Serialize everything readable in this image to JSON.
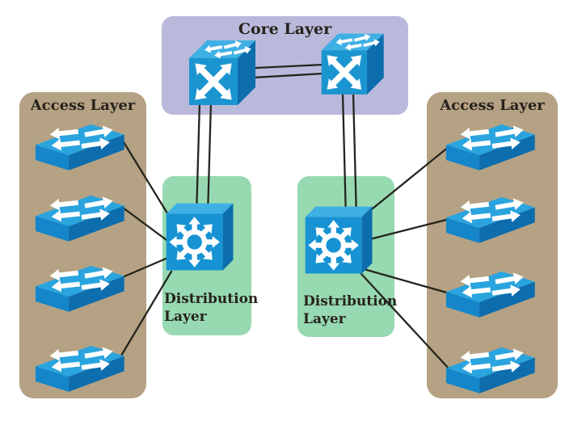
{
  "diagram": {
    "type": "hierarchical-network-topology",
    "regions": {
      "core": {
        "label": "Core Layer",
        "color": "#b9badb",
        "switch_count": 2
      },
      "access_left": {
        "label": "Access Layer",
        "color": "#b5a284",
        "switch_count": 4
      },
      "access_right": {
        "label": "Access Layer",
        "color": "#b5a284",
        "switch_count": 4
      },
      "distribution_left": {
        "label": "Distribution Layer",
        "color": "#97d9b1",
        "switch_count": 1
      },
      "distribution_right": {
        "label": "Distribution Layer",
        "color": "#97d9b1",
        "switch_count": 1
      }
    },
    "devices": [
      {
        "id": "core-switch-1",
        "type": "core-switch",
        "layer": "core"
      },
      {
        "id": "core-switch-2",
        "type": "core-switch",
        "layer": "core"
      },
      {
        "id": "distribution-switch-left",
        "type": "multilayer-switch",
        "layer": "distribution"
      },
      {
        "id": "distribution-switch-right",
        "type": "multilayer-switch",
        "layer": "distribution"
      },
      {
        "id": "access-switch-left-1",
        "type": "workgroup-switch",
        "layer": "access"
      },
      {
        "id": "access-switch-left-2",
        "type": "workgroup-switch",
        "layer": "access"
      },
      {
        "id": "access-switch-left-3",
        "type": "workgroup-switch",
        "layer": "access"
      },
      {
        "id": "access-switch-left-4",
        "type": "workgroup-switch",
        "layer": "access"
      },
      {
        "id": "access-switch-right-1",
        "type": "workgroup-switch",
        "layer": "access"
      },
      {
        "id": "access-switch-right-2",
        "type": "workgroup-switch",
        "layer": "access"
      },
      {
        "id": "access-switch-right-3",
        "type": "workgroup-switch",
        "layer": "access"
      },
      {
        "id": "access-switch-right-4",
        "type": "workgroup-switch",
        "layer": "access"
      }
    ],
    "connections": [
      {
        "from": "core-switch-1",
        "to": "core-switch-2",
        "links": 2
      },
      {
        "from": "core-switch-1",
        "to": "distribution-switch-left",
        "links": 2
      },
      {
        "from": "core-switch-2",
        "to": "distribution-switch-right",
        "links": 2
      },
      {
        "from": "access-switch-left-1",
        "to": "distribution-switch-left",
        "links": 1
      },
      {
        "from": "access-switch-left-2",
        "to": "distribution-switch-left",
        "links": 1
      },
      {
        "from": "access-switch-left-3",
        "to": "distribution-switch-left",
        "links": 1
      },
      {
        "from": "access-switch-left-4",
        "to": "distribution-switch-left",
        "links": 1
      },
      {
        "from": "access-switch-right-1",
        "to": "distribution-switch-right",
        "links": 1
      },
      {
        "from": "access-switch-right-2",
        "to": "distribution-switch-right",
        "links": 1
      },
      {
        "from": "access-switch-right-3",
        "to": "distribution-switch-right",
        "links": 1
      },
      {
        "from": "access-switch-right-4",
        "to": "distribution-switch-right",
        "links": 1
      }
    ],
    "palette": {
      "background": "#ffffff",
      "link_line": "#24251d",
      "switch_top_face": "#2aa4de",
      "switch_front_face": "#1486c9",
      "switch_side_face": "#0d6dad",
      "switch_glyph": "#ffffff",
      "label_text": "#27221c"
    }
  }
}
